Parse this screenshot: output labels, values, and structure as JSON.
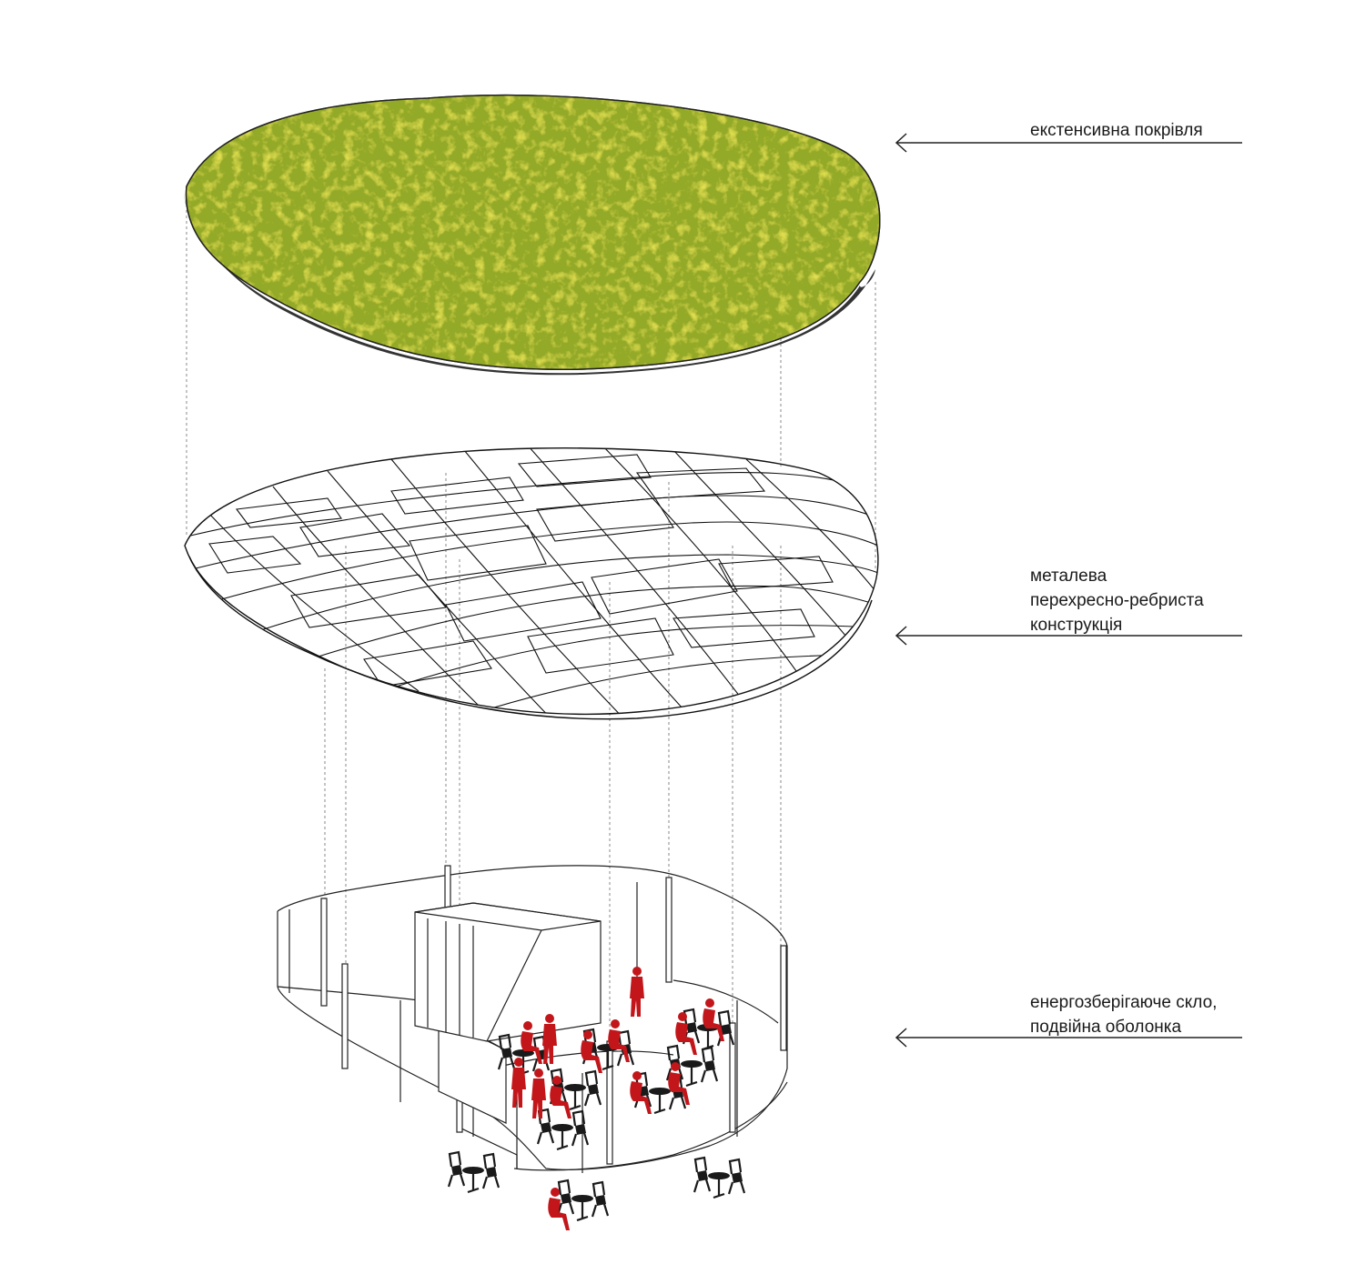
{
  "labels": {
    "roof": "екстенсивна покрівля",
    "structure_lines": [
      "металева",
      "перехресно-ребриста",
      "конструкція"
    ],
    "glass_lines": [
      "енергозберігаюче скло,",
      "подвійна оболонка"
    ]
  },
  "layers": [
    {
      "id": "green-roof",
      "fill": "#9bb02a",
      "accent": "#e3d81f"
    },
    {
      "id": "steel-grid",
      "stroke": "#111111"
    },
    {
      "id": "glass-pavilion",
      "stroke": "#222222"
    }
  ],
  "colors": {
    "people": "#c2161a",
    "furniture": "#1a1a1a",
    "projection_lines": "#777777",
    "leader_lines": "#222222"
  }
}
